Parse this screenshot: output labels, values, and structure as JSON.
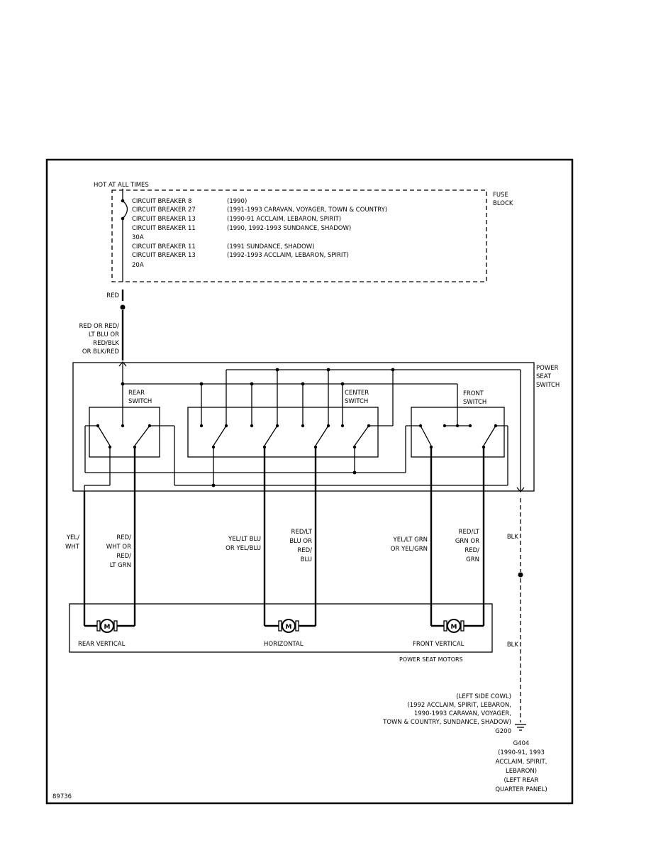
{
  "fuse_block": {
    "hot_label": "HOT AT ALL TIMES",
    "title_lines": [
      "FUSE",
      "BLOCK"
    ],
    "breakers": [
      {
        "name": "CIRCUIT BREAKER 8",
        "applic": "(1990)"
      },
      {
        "name": "CIRCUIT BREAKER 27",
        "applic": "(1991-1993 CARAVAN, VOYAGER, TOWN & COUNTRY)"
      },
      {
        "name": "CIRCUIT BREAKER 13",
        "applic": "(1990-91 ACCLAIM, LEBARON, SPIRIT)"
      },
      {
        "name": "CIRCUIT BREAKER 11",
        "applic": "(1990, 1992-1993 SUNDANCE, SHADOW)"
      },
      {
        "name": "30A",
        "applic": ""
      },
      {
        "name": "CIRCUIT BREAKER 11",
        "applic": "(1991 SUNDANCE, SHADOW)"
      },
      {
        "name": "CIRCUIT BREAKER 13",
        "applic": "(1992-1993 ACCLAIM, LEBARON, SPIRIT)"
      },
      {
        "name": "20A",
        "applic": ""
      }
    ]
  },
  "wires": {
    "red": "RED",
    "feed_lines": [
      "RED OR RED/",
      "LT BLU OR",
      "RED/BLK",
      "OR BLK/RED"
    ],
    "rear_left": [
      "YEL/",
      "WHT"
    ],
    "rear_right": [
      "RED/",
      "WHT OR",
      "RED/",
      "LT GRN"
    ],
    "center_left": [
      "YEL/LT BLU",
      "OR YEL/BLU"
    ],
    "center_right": [
      "RED/LT",
      "BLU OR",
      "RED/",
      "BLU"
    ],
    "front_left": [
      "YEL/LT GRN",
      "OR YEL/GRN"
    ],
    "front_right": [
      "RED/LT",
      "GRN OR",
      "RED/",
      "GRN"
    ],
    "blk_1": "BLK",
    "blk_2": "BLK"
  },
  "switch": {
    "title_lines": [
      "POWER",
      "SEAT",
      "SWITCH"
    ],
    "rear_lines": [
      "REAR",
      "SWITCH"
    ],
    "center_lines": [
      "CENTER",
      "SWITCH"
    ],
    "front_lines": [
      "FRONT",
      "SWITCH"
    ]
  },
  "motors": {
    "symbol": "M",
    "rear": "REAR VERTICAL",
    "horizontal": "HORIZONTAL",
    "front": "FRONT VERTICAL",
    "group_label": "POWER SEAT MOTORS"
  },
  "grounds": {
    "g200_lines": [
      "(LEFT SIDE COWL)",
      "(1992 ACCLAIM, SPIRIT, LEBARON,",
      "1990-1993 CARAVAN, VOYAGER,",
      "TOWN & COUNTRY, SUNDANCE, SHADOW)"
    ],
    "g200": "G200",
    "g404_lines": [
      "G404",
      "(1990-91, 1993",
      "ACCLAIM, SPIRIT,",
      "LEBARON)",
      "(LEFT REAR",
      "QUARTER PANEL)"
    ]
  },
  "figure_id": "89736"
}
